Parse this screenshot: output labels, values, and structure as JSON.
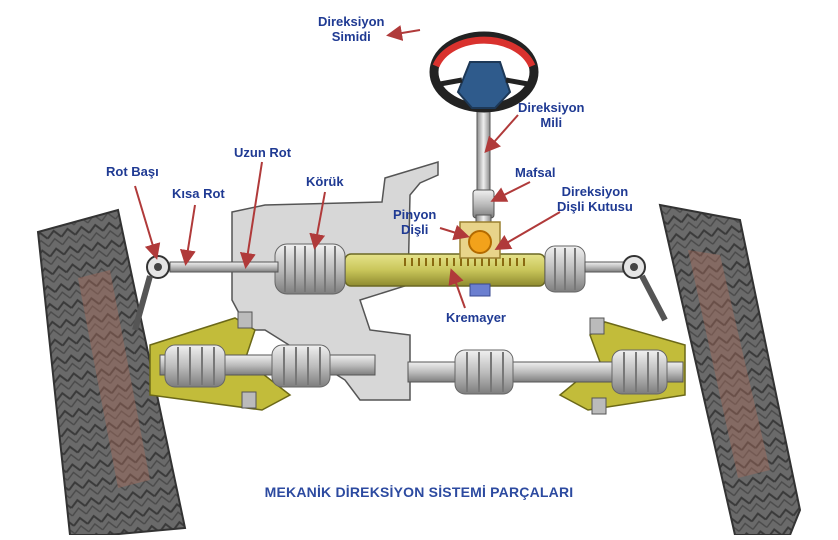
{
  "labels": {
    "steering_wheel": [
      "Direksiyon",
      "Simidi"
    ],
    "steering_shaft": [
      "Direksiyon",
      "Mili"
    ],
    "joint": "Mafsal",
    "steering_box": [
      "Direksiyon",
      "Dişli Kutusu"
    ],
    "pinion_gear": [
      "Pinyon",
      "Dişli"
    ],
    "tie_rod_end": "Rot Başı",
    "short_rod": "Kısa Rot",
    "long_rod": "Uzun Rot",
    "bellows": "Körük",
    "rack": "Kremayer"
  },
  "caption": "MEKANİK DİREKSİYON SİSTEMİ PARÇALARI",
  "colors": {
    "label_text": "#1f3a93",
    "leader_arrow": "#b03a3a",
    "rack_tube": "#c9c65a",
    "wheel_rim": "#d9322e",
    "wheel_hub": "#2f5b8c",
    "control_arm": "#c2bc3a",
    "tire": "#5a5a5a",
    "chassis": "#d7d7d7"
  }
}
